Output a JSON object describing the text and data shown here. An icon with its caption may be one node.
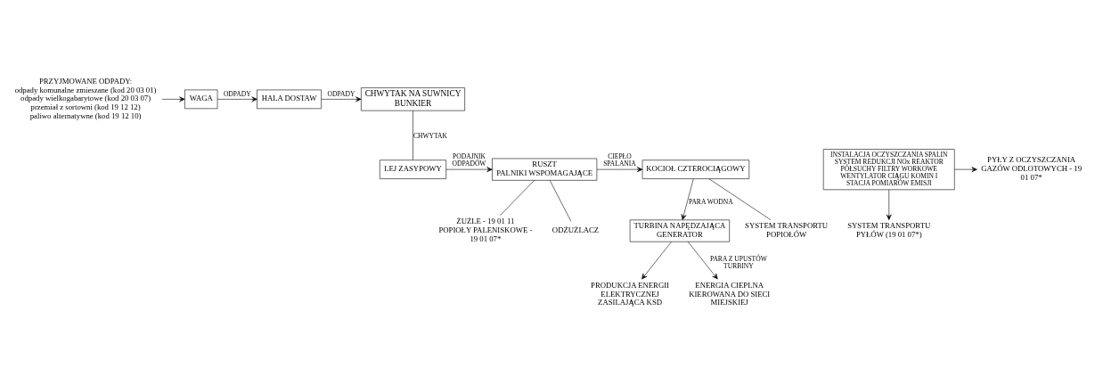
{
  "diagram": {
    "nodes": [
      {
        "text": [
          "PRZYJMOWANE ODPADY:",
          "odpady komunalne zmieszane (kod 20 03 01)",
          "odpady wielkogabarytowe (kod 20 03 07)",
          "przemiał z sortowni (kod 19 12 12)",
          "paliwo alternatywne (kod 19 12 10)"
        ]
      },
      {
        "text": [
          "WAGA"
        ]
      },
      {
        "text": [
          "HALA DOSTAW"
        ]
      },
      {
        "text": [
          "CHWYTAK NA SUWNICY",
          "BUNKIER"
        ]
      },
      {
        "text": [
          "LEJ ZASYPOWY"
        ]
      },
      {
        "text": [
          "RUSZT",
          "PALNIKI WSPOMAGAJĄCE"
        ]
      },
      {
        "text": [
          "KOCIOŁ CZTEROCIĄGOWY"
        ]
      },
      {
        "text": [
          "INSTALACJA OCZYSZCZANIA SPALIN",
          "SYSTEM REDUKCJI NOx REAKTOR PÓŁSUCHY FILTRY WORKOWE WENTYLATOR CIĄGU KOMIN I STACJA POMIARÓW EMISJI"
        ]
      },
      {
        "text": [
          "PYŁY Z OCZYSZCZANIA GAZÓW ODLOTOWYCH - 19 01 07*"
        ]
      },
      {
        "text": [
          "TURBINA NAPĘDZAJĄCA GENERATOR"
        ]
      },
      {
        "text": [
          "PRODUKCJA ENERGII ELEKTRYCZNEJ ZASILAJĄCA KSD"
        ]
      },
      {
        "text": [
          "ENERGIA CIEPLNA KIEROWANA DO SIECI MIEJSKIEJ"
        ]
      },
      {
        "text": [
          "SYSTEM TRANSPORTU PYŁÓW (19 01 07*)"
        ]
      },
      {
        "text": [
          "ŻUŻLE - 19 01 11 POPIOŁY PALENISKOWE - 19 01 07*"
        ]
      },
      {
        "text": [
          "ODŻUŻLACZ"
        ]
      },
      {
        "text": [
          "SYSTEM TRANSPORTU POPIOŁÓW"
        ]
      }
    ],
    "edges": [
      {
        "from": 0,
        "to": 1,
        "arrow": "to"
      },
      {
        "from": 1,
        "to": 2,
        "arrow": "to",
        "label": "ODPADY"
      },
      {
        "from": 2,
        "to": 3,
        "arrow": "to",
        "label": "ODPADY"
      },
      {
        "from": 3,
        "to": 4,
        "arrow": "none",
        "label": "CHWYTAK"
      },
      {
        "from": 4,
        "to": 5,
        "arrow": "to",
        "label": "PODAJNIK ODPADÓW"
      },
      {
        "from": 5,
        "to": 6,
        "arrow": "to",
        "label": "CIEPŁO SPALANIA"
      },
      {
        "from": 6,
        "to": 9,
        "arrow": "to",
        "label": "PARA WODNA"
      },
      {
        "from": 7,
        "to": 8,
        "arrow": "to"
      },
      {
        "from": 7,
        "to": 12,
        "arrow": "to"
      },
      {
        "from": 9,
        "to": 10,
        "arrow": "to"
      },
      {
        "from": 9,
        "to": 11,
        "arrow": "to",
        "label": "PARA Z UPUSTÓW TURBINY"
      },
      {
        "from": 5,
        "to": 13,
        "arrow": "none"
      },
      {
        "from": 5,
        "to": 14,
        "arrow": "none"
      },
      {
        "from": 6,
        "to": 15,
        "arrow": "none"
      }
    ]
  }
}
